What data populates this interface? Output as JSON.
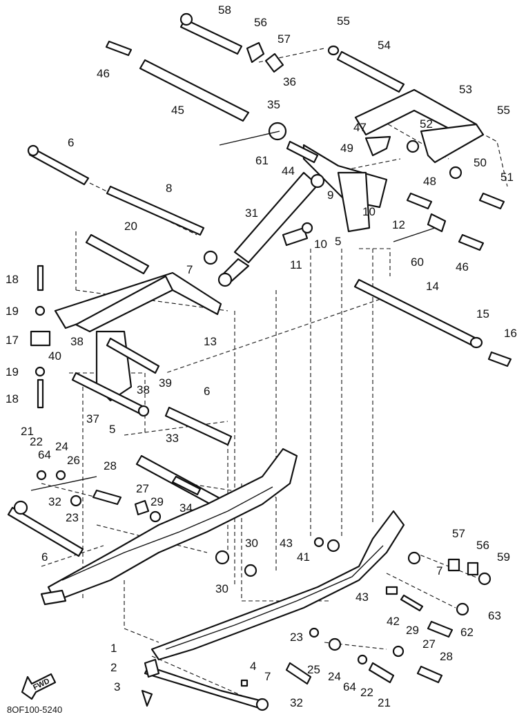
{
  "diagram": {
    "drawing_code": "8OF100-5240",
    "fwd_marker": "FWD",
    "callouts": [
      "1",
      "2",
      "3",
      "4",
      "5",
      "5",
      "5",
      "6",
      "6",
      "6",
      "7",
      "7",
      "7",
      "8",
      "9",
      "10",
      "10",
      "11",
      "12",
      "13",
      "14",
      "15",
      "16",
      "17",
      "18",
      "18",
      "19",
      "19",
      "20",
      "21",
      "21",
      "22",
      "22",
      "23",
      "23",
      "24",
      "24",
      "25",
      "26",
      "27",
      "27",
      "28",
      "28",
      "29",
      "29",
      "30",
      "30",
      "31",
      "32",
      "32",
      "33",
      "34",
      "35",
      "36",
      "37",
      "38",
      "38",
      "40",
      "39",
      "41",
      "42",
      "43",
      "43",
      "44",
      "45",
      "46",
      "46",
      "47",
      "48",
      "49",
      "50",
      "51",
      "52",
      "53",
      "54",
      "55",
      "55",
      "56",
      "56",
      "57",
      "57",
      "58",
      "59",
      "60",
      "61",
      "62",
      "63",
      "64",
      "64"
    ]
  }
}
